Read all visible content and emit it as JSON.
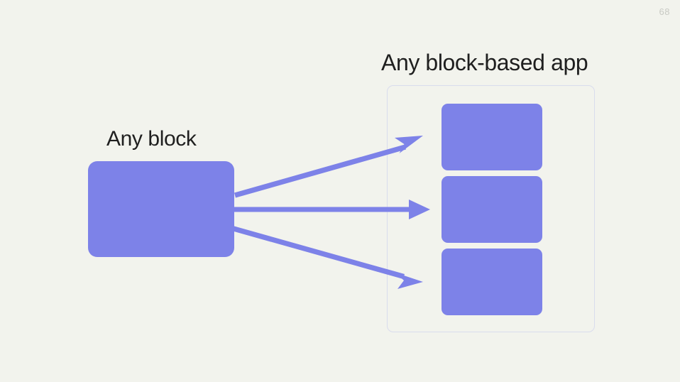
{
  "slide": {
    "page_number": "68",
    "background_color": "#f2f3ed",
    "accent_color": "#7d82e8",
    "frame_border_color": "#d9dced",
    "text_color": "#1f1f1f",
    "page_number_color": "#c9cac4"
  },
  "headings": {
    "source_label": "Any block",
    "target_label": "Any block-based app"
  },
  "source": {
    "block_name": "any-block"
  },
  "target": {
    "container_name": "any-block-based-app-container",
    "blocks": [
      {
        "label": ""
      },
      {
        "label": ""
      },
      {
        "label": ""
      }
    ]
  },
  "connections": [
    {
      "name": "arrow-to-block-1",
      "from": "any-block",
      "to": "app-block-1"
    },
    {
      "name": "arrow-to-block-2",
      "from": "any-block",
      "to": "app-block-2"
    },
    {
      "name": "arrow-to-block-3",
      "from": "any-block",
      "to": "app-block-3"
    }
  ]
}
